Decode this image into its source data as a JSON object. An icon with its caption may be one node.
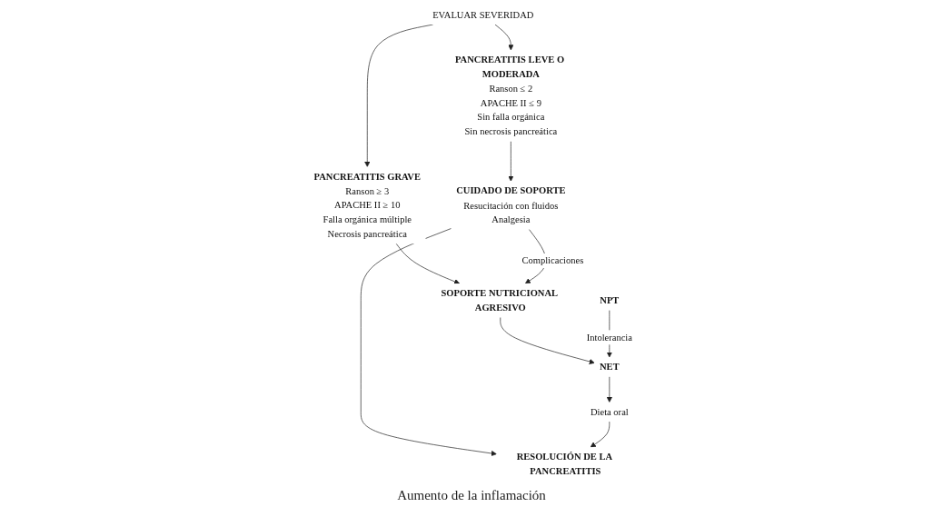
{
  "diagram": {
    "nodes": [
      {
        "text": [
          "EVALUAR SEVERIDAD"
        ]
      },
      {
        "text": [
          "PANCREATITIS LEVE O MODERADA",
          "Ranson ≤ 2",
          "APACHE II ≤ 9",
          "Sin falla orgánica",
          "Sin necrosis pancreática"
        ]
      },
      {
        "text": [
          "PANCREATITIS GRAVE",
          "Ranson ≥ 3",
          "APACHE II ≥ 10",
          "Falla orgánica múltiple",
          "Necrosis pancreática"
        ]
      },
      {
        "text": [
          "CUIDADO DE SOPORTE",
          "Resucitación con fluidos",
          "Analgesia"
        ]
      },
      {
        "text": [
          "SOPORTE NUTRICIONAL AGRESIVO"
        ]
      },
      {
        "text": [
          "NPT"
        ]
      },
      {
        "text": [
          "NET"
        ]
      },
      {
        "text": [
          "RESOLUCIÓN DE LA PANCREATITIS"
        ]
      },
      {
        "text": [
          "Dieta oral"
        ]
      }
    ],
    "edges": [
      {
        "from": 0,
        "to": 1,
        "arrow": "to"
      },
      {
        "from": 0,
        "to": 2,
        "arrow": "to"
      },
      {
        "from": 1,
        "to": 3,
        "arrow": "to"
      },
      {
        "from": 2,
        "to": 4,
        "arrow": "to"
      },
      {
        "from": 3,
        "to": 4,
        "arrow": "to",
        "label": "Complicaciones"
      },
      {
        "from": 4,
        "to": 6,
        "arrow": "to"
      },
      {
        "from": 5,
        "to": 6,
        "arrow": "to",
        "label": "Intolerancia"
      },
      {
        "from": 3,
        "to": 7,
        "arrow": "to"
      },
      {
        "from": 6,
        "to": 8,
        "arrow": "to"
      },
      {
        "from": 8,
        "to": 7,
        "arrow": "to"
      }
    ],
    "labels": [
      "Aumento de la inflamación"
    ]
  }
}
